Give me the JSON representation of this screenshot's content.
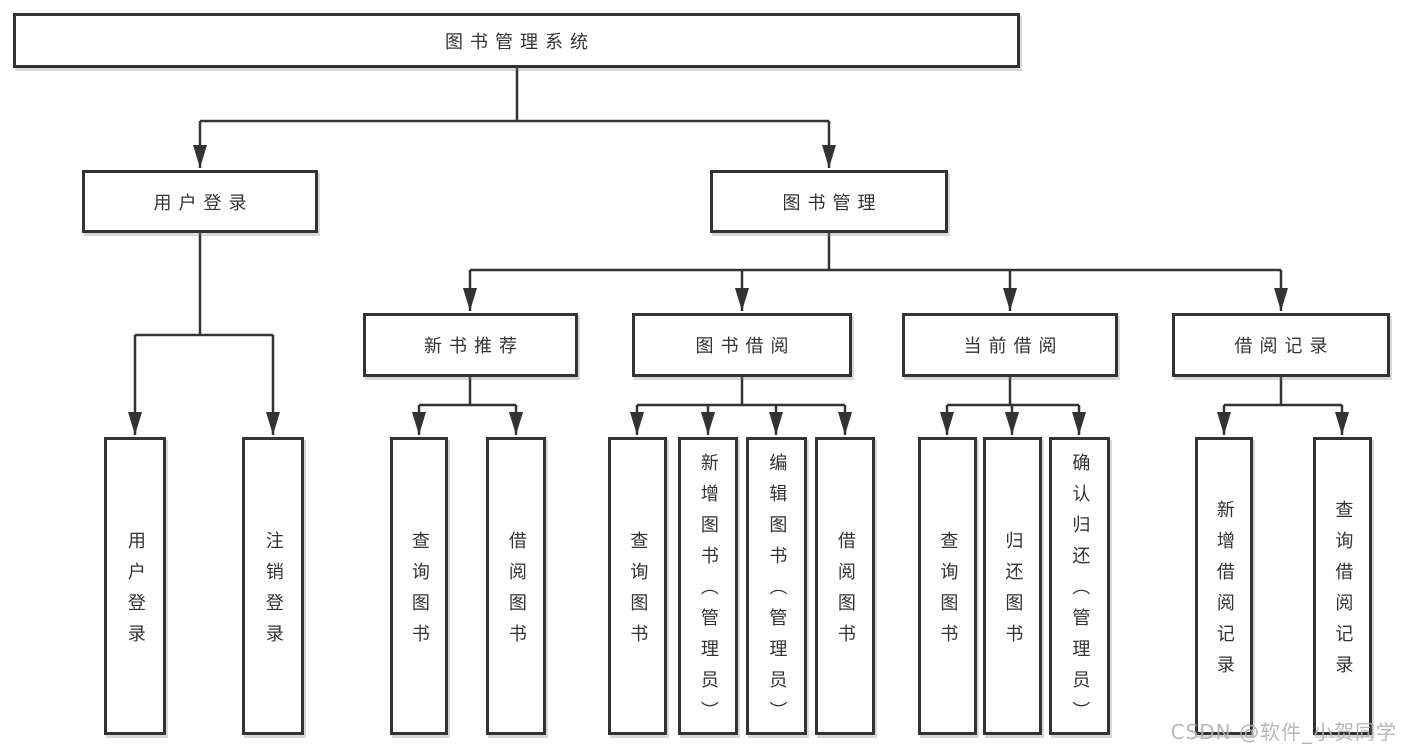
{
  "root": {
    "label": "图书管理系统"
  },
  "level2": [
    {
      "id": "user-login",
      "label": "用户登录",
      "parent": "图书管理系统"
    },
    {
      "id": "book-management",
      "label": "图书管理",
      "parent": "图书管理系统"
    }
  ],
  "level3": [
    {
      "id": "new-book-recommend",
      "label": "新书推荐",
      "parent": "图书管理"
    },
    {
      "id": "book-borrow",
      "label": "图书借阅",
      "parent": "图书管理"
    },
    {
      "id": "current-borrow",
      "label": "当前借阅",
      "parent": "图书管理"
    },
    {
      "id": "borrow-record",
      "label": "借阅记录",
      "parent": "图书管理"
    }
  ],
  "leaves": [
    {
      "id": "user-login-leaf",
      "label": "用户登录",
      "parent": "用户登录"
    },
    {
      "id": "logout",
      "label": "注销登录",
      "parent": "用户登录"
    },
    {
      "id": "query-books-1",
      "label": "查询图书",
      "parent": "新书推荐"
    },
    {
      "id": "borrow-books-1",
      "label": "借阅图书",
      "parent": "新书推荐"
    },
    {
      "id": "query-books-2",
      "label": "查询图书",
      "parent": "图书借阅"
    },
    {
      "id": "add-book-admin",
      "label": "新增图书（管理员）",
      "parent": "图书借阅"
    },
    {
      "id": "edit-book-admin",
      "label": "编辑图书（管理员）",
      "parent": "图书借阅"
    },
    {
      "id": "borrow-books-2",
      "label": "借阅图书",
      "parent": "图书借阅"
    },
    {
      "id": "query-books-3",
      "label": "查询图书",
      "parent": "当前借阅"
    },
    {
      "id": "return-books",
      "label": "归还图书",
      "parent": "当前借阅"
    },
    {
      "id": "confirm-return-admin",
      "label": "确认归还（管理员）",
      "parent": "当前借阅"
    },
    {
      "id": "add-borrow-record",
      "label": "新增借阅记录",
      "parent": "借阅记录"
    },
    {
      "id": "query-borrow-record",
      "label": "查询借阅记录",
      "parent": "借阅记录"
    }
  ],
  "watermark": "CSDN @软件_小贺同学",
  "colors": {
    "line": "#333333",
    "border": "#333333",
    "text": "#333333",
    "background": "#ffffff",
    "watermark": "#b2b2b2"
  }
}
